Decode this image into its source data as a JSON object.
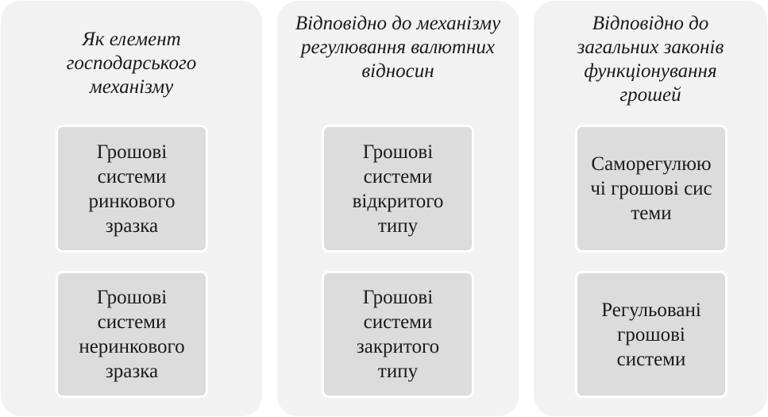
{
  "columns": [
    {
      "heading": "Як елемент господарського механізму",
      "cards": [
        "Грошові системи ринкового зразка",
        "Грошові системи неринкового зразка"
      ]
    },
    {
      "heading": "Відповідно до механізму регулювання валютних відносин",
      "cards": [
        "Грошові системи відкритого типу",
        "Грошові системи закритого типу"
      ]
    },
    {
      "heading": "Відповідно до загальних законів функціонування грошей",
      "cards": [
        "Саморегулюючі грошові системи",
        "Регульовані грошові системи"
      ]
    }
  ],
  "colors": {
    "column_background": "#f2f2f2",
    "card_background": "#dcdcdc",
    "card_border": "#ffffff",
    "text": "#1a1a1a"
  }
}
